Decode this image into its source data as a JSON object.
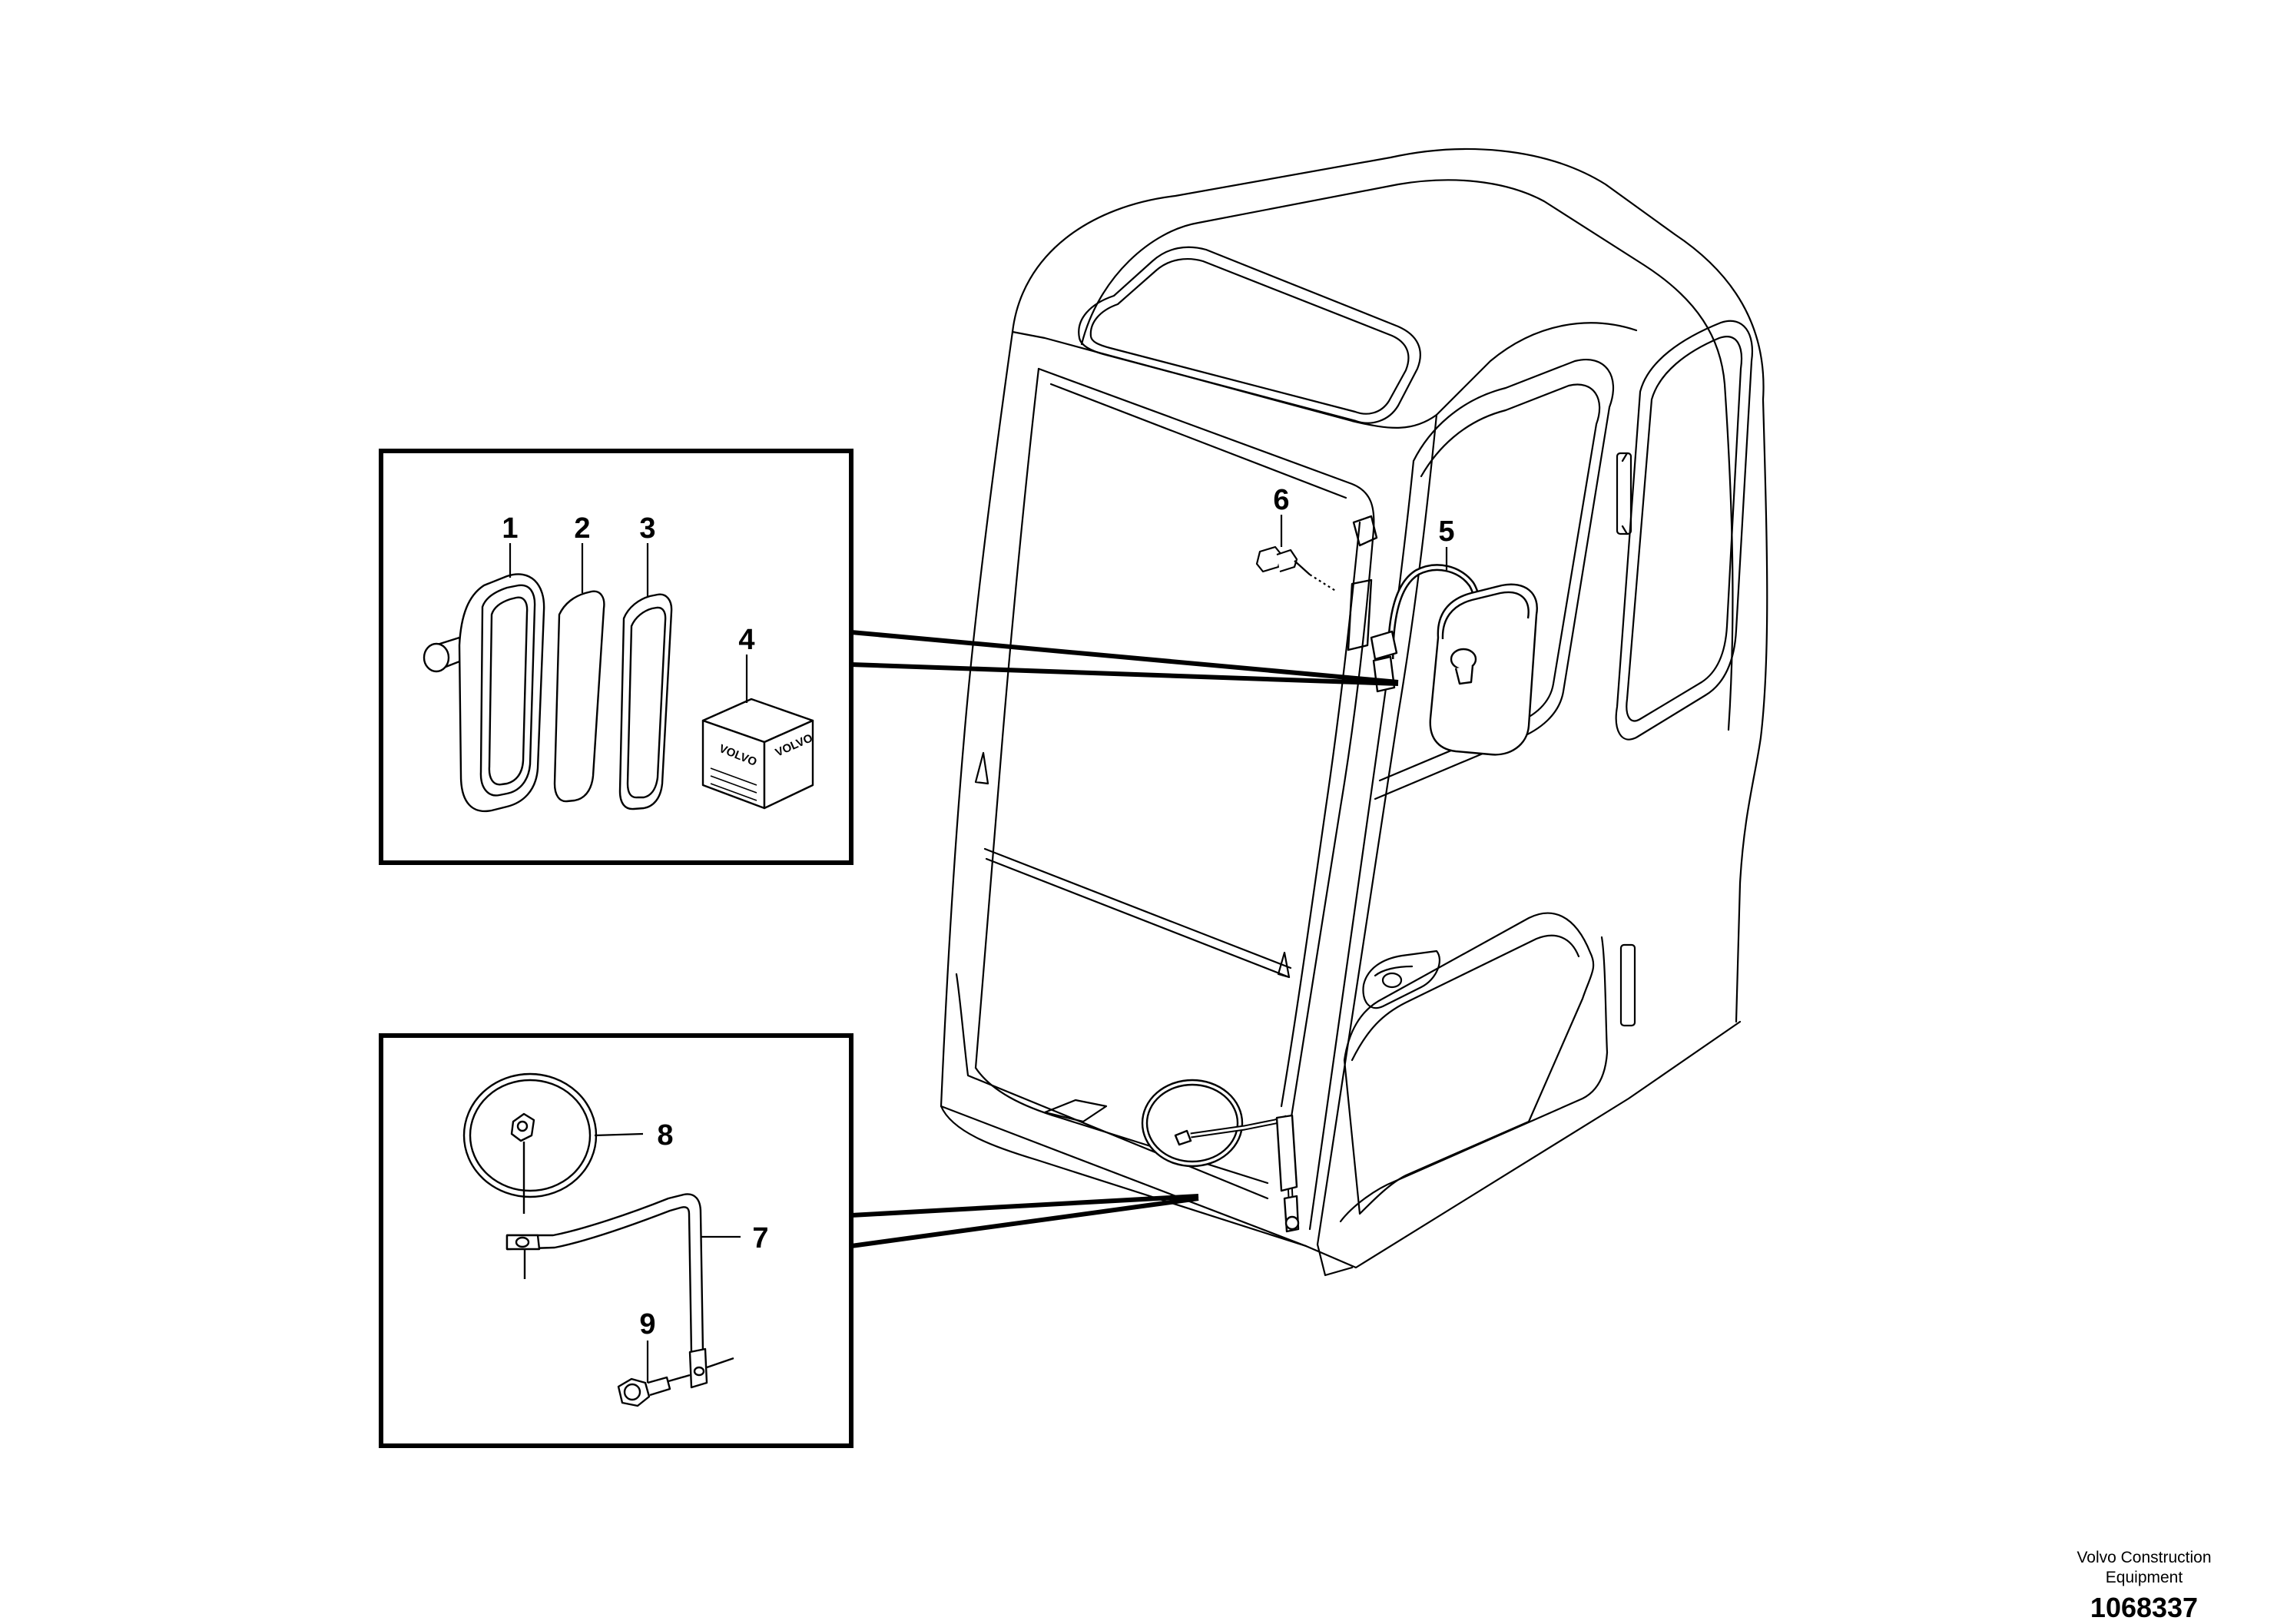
{
  "callouts": {
    "c1": "1",
    "c2": "2",
    "c3": "3",
    "c4": "4",
    "c5": "5",
    "c6": "6",
    "c7": "7",
    "c8": "8",
    "c9": "9"
  },
  "box_label": "VOLVO",
  "footer": {
    "company_line1": "Volvo Construction",
    "company_line2": "Equipment",
    "drawing_number": "1068337"
  }
}
